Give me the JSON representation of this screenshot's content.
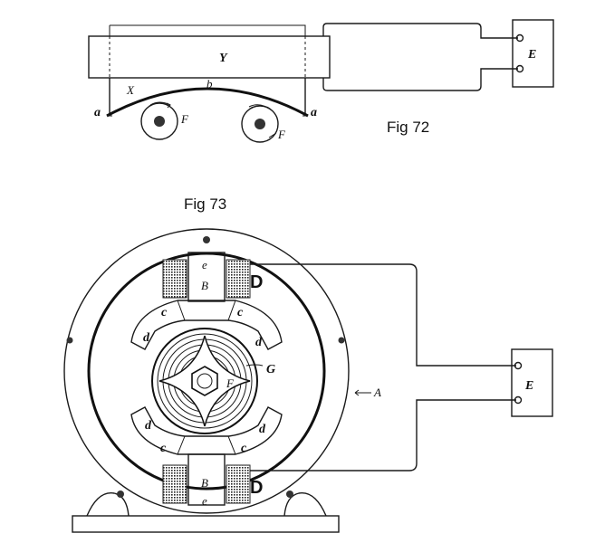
{
  "fig72": {
    "caption": "Fig 72",
    "labels": {
      "Y": "Y",
      "X": "X",
      "b": "b",
      "a_left": "a",
      "a_right": "a",
      "F_left": "F",
      "F_right": "F",
      "E": "E"
    }
  },
  "fig73": {
    "caption": "Fig 73",
    "labels": {
      "e_top": "e",
      "B_top": "B",
      "D_top": "D",
      "c_tl": "c",
      "c_tr": "c",
      "d_l": "d",
      "d_r": "d",
      "G": "G",
      "F": "F",
      "A": "A",
      "d_bl": "d",
      "d_br": "d",
      "c_bl": "c",
      "c_br": "c",
      "B_bot": "B",
      "e_bot": "e",
      "D_bot": "D",
      "E": "E"
    }
  }
}
